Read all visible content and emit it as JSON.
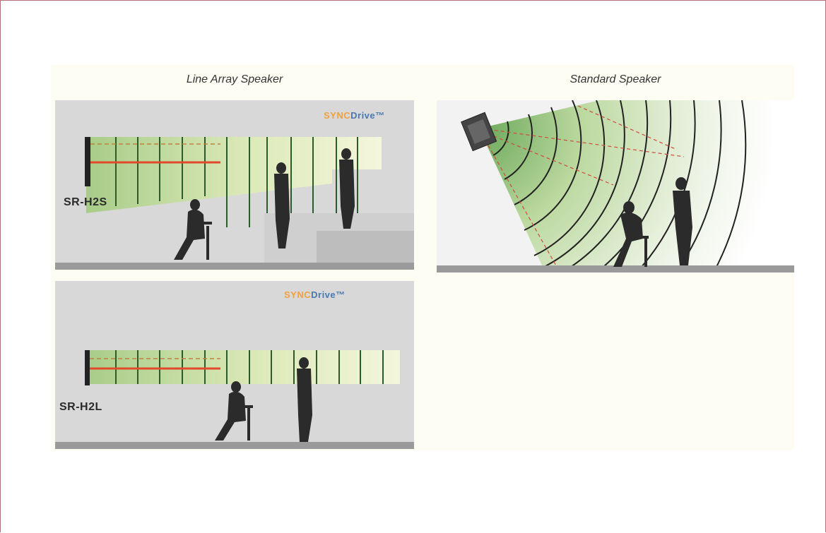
{
  "columns": {
    "left_title": "Line Array Speaker",
    "right_title": "Standard Speaker"
  },
  "panels": [
    {
      "model": "SR-H2S",
      "logo_left": "SYNC",
      "logo_right": "Drive™"
    },
    {
      "model": "SR-H2L",
      "logo_left": "SYNC",
      "logo_right": "Drive™"
    }
  ],
  "colors": {
    "panel_bg": "#d8d8d8",
    "floor": "#9a9a9a",
    "beam_green": "#b8d89a",
    "beam_light": "#eef4d8",
    "red_line": "#e04a2a",
    "silhouette": "#2b2b2b",
    "frame": "#b0707a"
  }
}
